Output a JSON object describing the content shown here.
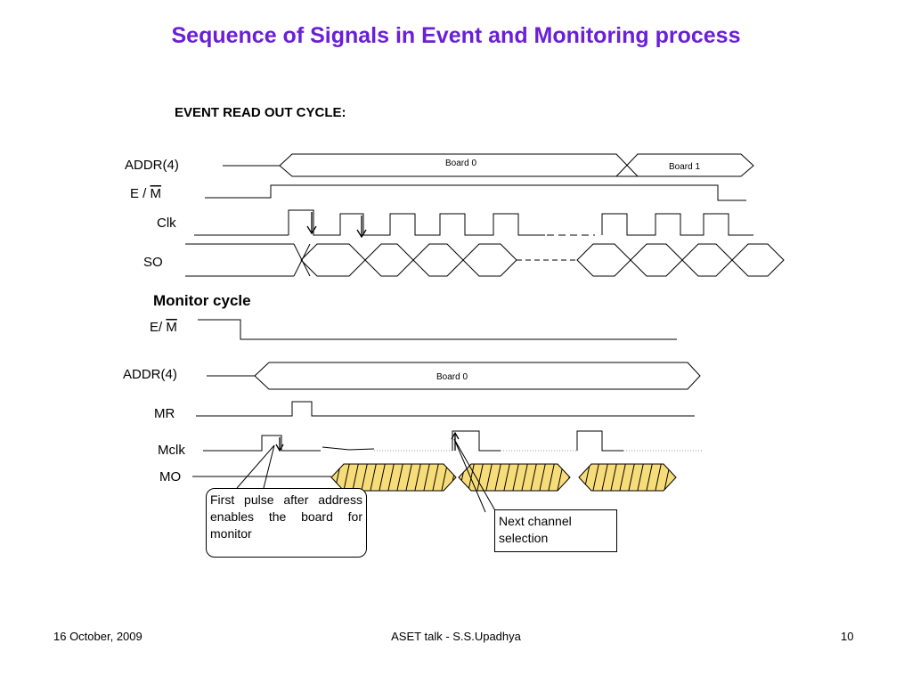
{
  "title": "Sequence of Signals in Event and Monitoring process",
  "event_section": {
    "heading": "EVENT READ OUT CYCLE:",
    "signals": {
      "addr": "ADDR(4)",
      "em_prefix": "E / ",
      "em_bar": "M",
      "clk": "Clk",
      "so": "SO"
    },
    "bus_labels": [
      "Board 0",
      "Board 1"
    ]
  },
  "monitor_section": {
    "heading": "Monitor cycle",
    "signals": {
      "em_prefix": "E/ ",
      "em_bar": "M",
      "addr": "ADDR(4)",
      "mr": "MR",
      "mclk": "Mclk",
      "mo": "MO"
    },
    "bus_label": "Board 0",
    "data_fill_color": "#f7dc7a"
  },
  "callouts": {
    "first_pulse": "First pulse after address enables the board for monitor",
    "next_channel": "Next channel selection"
  },
  "footer": {
    "date": "16 October, 2009",
    "center": "ASET talk -  S.S.Upadhya",
    "page": "10"
  }
}
